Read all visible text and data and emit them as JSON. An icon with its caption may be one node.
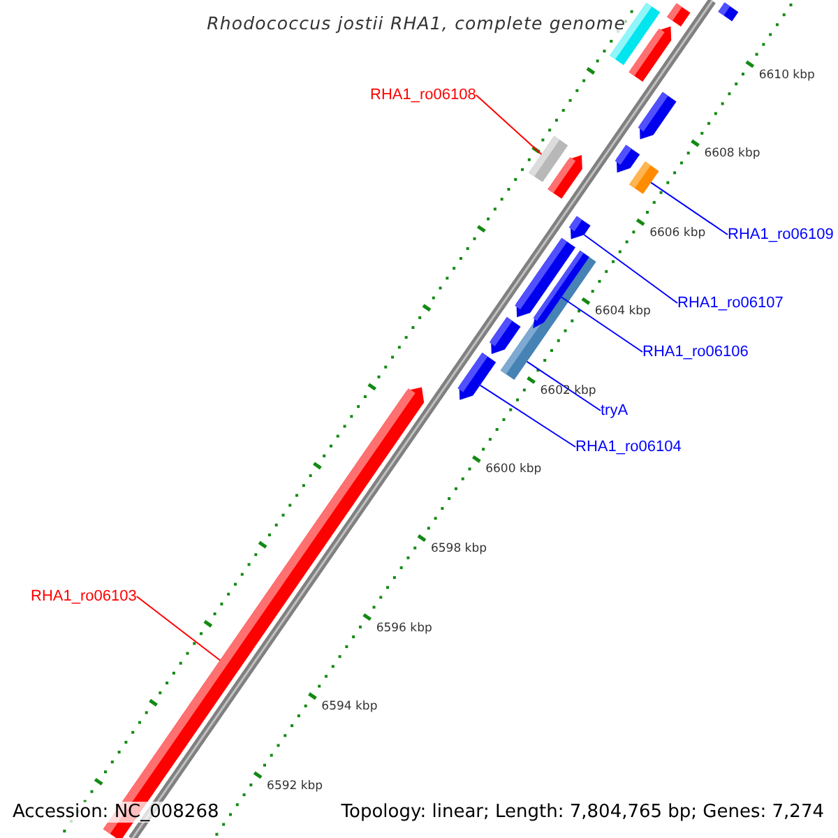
{
  "diagram": {
    "title": "Rhodococcus jostii RHA1, complete genome",
    "nodes": [
      {
        "text": [
          "RHA1_ro06108"
        ]
      },
      {
        "text": [
          "RHA1_ro06109"
        ]
      },
      {
        "text": [
          "RHA1_ro06107"
        ]
      },
      {
        "text": [
          "RHA1_ro06106"
        ]
      },
      {
        "text": [
          "tryA"
        ]
      },
      {
        "text": [
          "RHA1_ro06104"
        ]
      },
      {
        "text": [
          "RHA1_ro06103"
        ]
      },
      {
        "text": [],
        "shape": "box"
      },
      {
        "text": [],
        "shape": "box"
      },
      {
        "text": [],
        "shape": "box"
      },
      {
        "text": [],
        "shape": "pentagon"
      },
      {
        "text": [],
        "shape": "pentagon"
      },
      {
        "text": [],
        "shape": "box"
      },
      {
        "text": [],
        "shape": "pentagon"
      },
      {
        "text": [],
        "shape": "pentagon"
      },
      {
        "text": [],
        "shape": "box"
      },
      {
        "text": [],
        "shape": "pentagon"
      },
      {
        "text": [],
        "shape": "pentagon"
      },
      {
        "text": [],
        "shape": "pentagon",
        "in": 19
      },
      {
        "text": [],
        "shape": "box"
      },
      {
        "text": [],
        "shape": "pentagon"
      },
      {
        "text": [],
        "shape": "pentagon"
      },
      {
        "text": [],
        "shape": "pentagon"
      }
    ],
    "edges": [
      {
        "from": 0,
        "to": 12,
        "arrow": "none",
        "color": "#ff0000"
      },
      {
        "from": 1,
        "to": 15,
        "arrow": "none"
      },
      {
        "from": 2,
        "to": 16,
        "arrow": "none"
      },
      {
        "from": 3,
        "to": 18,
        "arrow": "none"
      },
      {
        "from": 4,
        "to": 19,
        "arrow": "none"
      },
      {
        "from": 5,
        "to": 21,
        "arrow": "none"
      },
      {
        "from": 6,
        "to": 22,
        "arrow": "none",
        "color": "#ff0000"
      }
    ],
    "labels": [
      "6610 kbp",
      "6608 kbp",
      "6606 kbp",
      "6604 kbp",
      "6602 kbp",
      "6600 kbp",
      "6598 kbp",
      "6596 kbp",
      "6594 kbp",
      "6592 kbp",
      "Accession: NC_008268",
      "Topology: linear; Length: 7,804,765 bp; Genes: 7,274"
    ]
  }
}
